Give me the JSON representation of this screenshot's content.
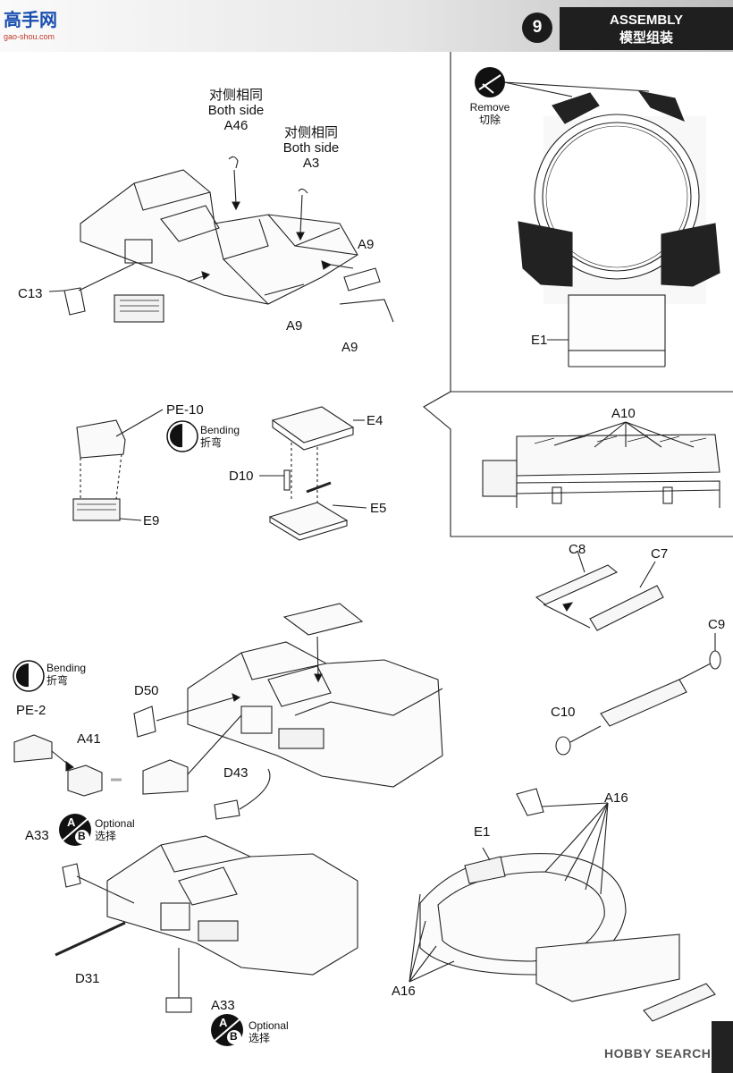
{
  "header": {
    "step_number": "9",
    "title_en": "ASSEMBLY",
    "title_cn": "模型组装",
    "watermark_cn": "高手网",
    "watermark_url": "gao-shou.com"
  },
  "footer": {
    "watermark": "HOBBY SEARCH"
  },
  "callouts": {
    "both_side_cn": "对侧相同",
    "both_side_en": "Both side",
    "remove_en": "Remove",
    "remove_cn": "切除",
    "bending_en": "Bending",
    "bending_cn": "折弯",
    "optional_en": "Optional",
    "optional_cn": "选择"
  },
  "parts": {
    "a46": "A46",
    "a3": "A3",
    "a9": "A9",
    "c13": "C13",
    "pe10": "PE-10",
    "e9": "E9",
    "e4": "E4",
    "d10": "D10",
    "e5": "E5",
    "e1": "E1",
    "a10": "A10",
    "c8": "C8",
    "c7": "C7",
    "c9": "C9",
    "c10": "C10",
    "d50": "D50",
    "pe2": "PE-2",
    "a41": "A41",
    "d43": "D43",
    "a33": "A33",
    "d31": "D31",
    "a16": "A16"
  }
}
